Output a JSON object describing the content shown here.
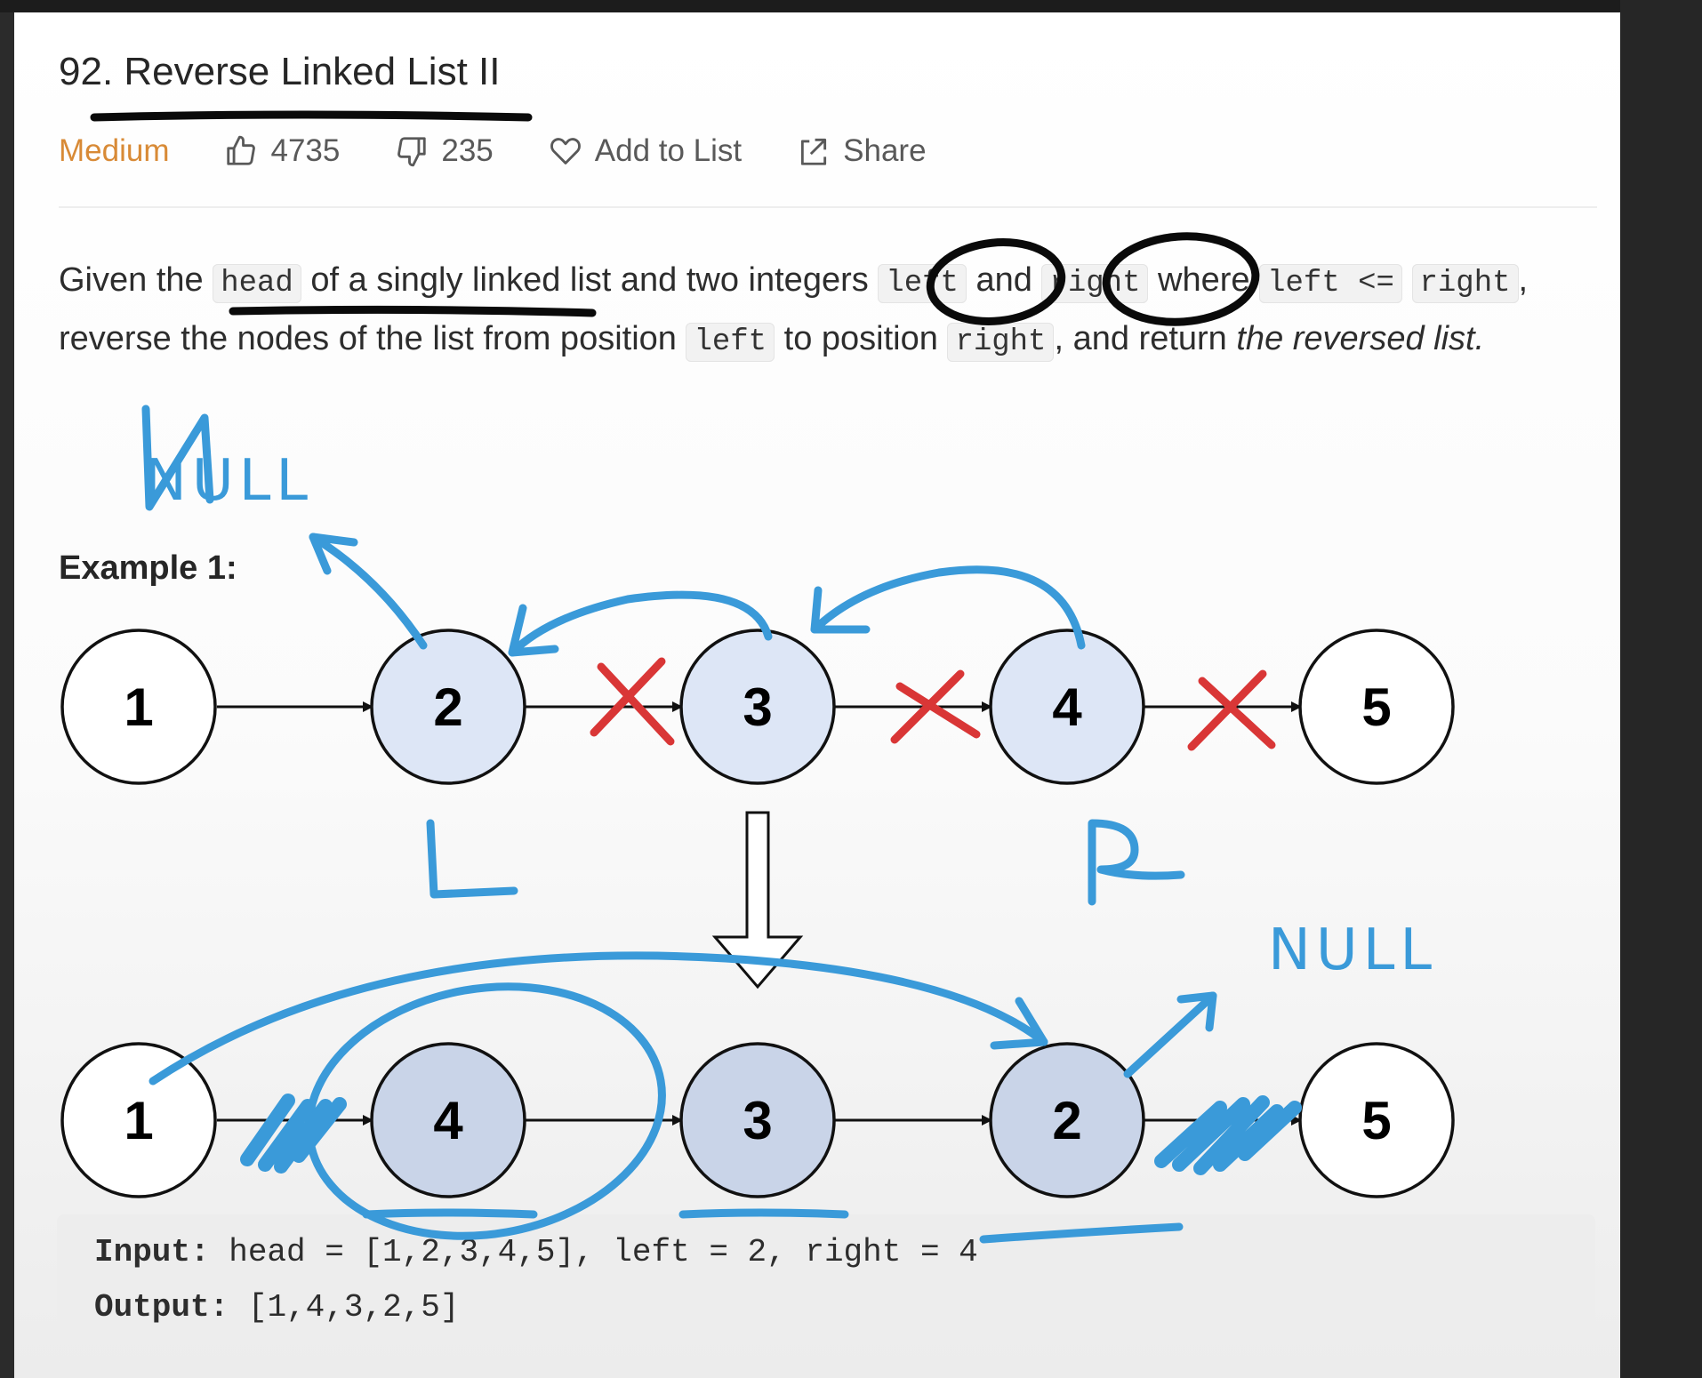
{
  "problem": {
    "title": "92. Reverse Linked List II",
    "difficulty": "Medium",
    "likes": "4735",
    "dislikes": "235",
    "add_to_list": "Add to List",
    "share": "Share"
  },
  "description": {
    "t1": "Given the ",
    "c_head": "head",
    "t2": " of a singly linked list and two integers ",
    "c_left1": "left",
    "t3": " and ",
    "c_right1": "right",
    "t4": " where ",
    "c_cond1": "left <=",
    "c_cond2": "right",
    "t5": ", reverse the nodes of the list from position ",
    "c_left2": "left",
    "t6": " to position ",
    "c_right2": "right",
    "t7": ", and return ",
    "em": "the reversed list."
  },
  "example": {
    "title": "Example 1:",
    "input_label": "Input:",
    "input_value": " head = [1,2,3,4,5], left = 2, right = 4",
    "output_label": "Output:",
    "output_value": " [1,4,3,2,5]"
  },
  "diagram": {
    "top_nodes": [
      "1",
      "2",
      "3",
      "4",
      "5"
    ],
    "bottom_nodes": [
      "1",
      "4",
      "3",
      "2",
      "5"
    ],
    "highlight_fill": "#dde6f6",
    "plain_fill": "#ffffff",
    "annotations": {
      "null_top": "NULL",
      "null_bottom": "NULL",
      "left_marker": "L",
      "right_marker": "R"
    },
    "ink_blue": "#3a9ad9",
    "ink_red": "#d93636"
  }
}
